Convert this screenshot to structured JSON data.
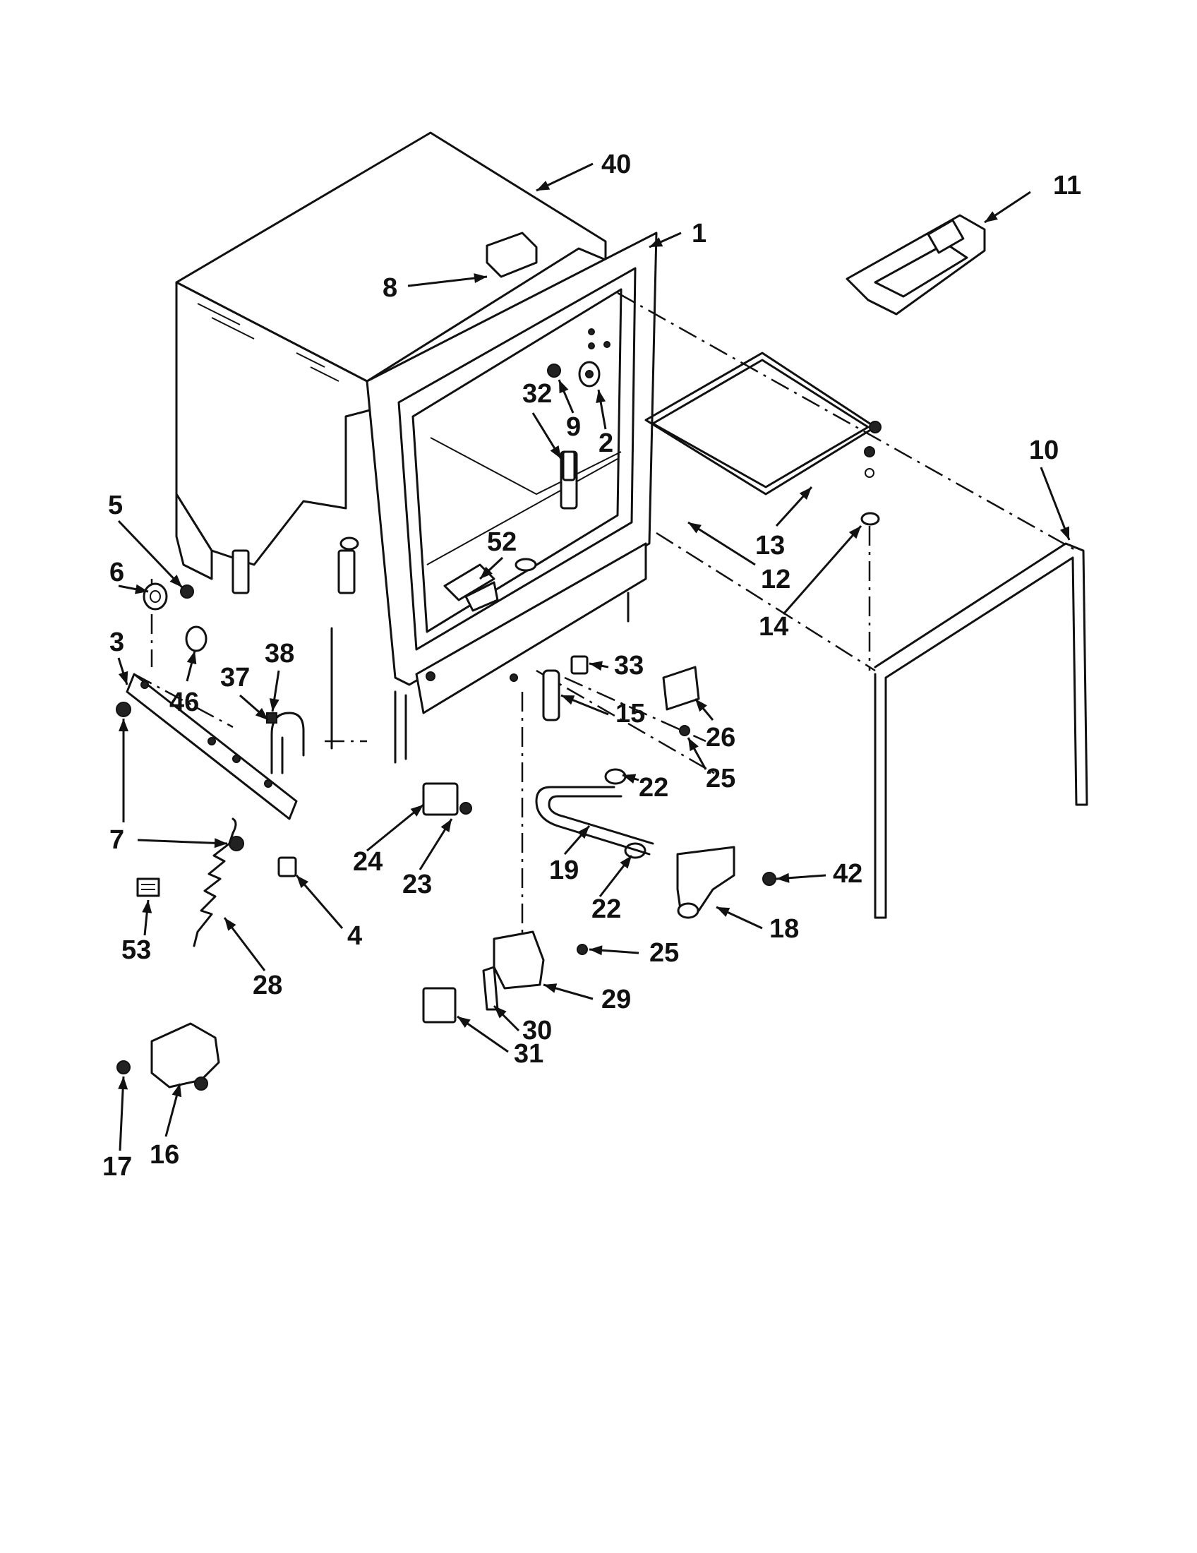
{
  "callouts": [
    {
      "id": "c40",
      "text": "40"
    },
    {
      "id": "c1",
      "text": "1"
    },
    {
      "id": "c11",
      "text": "11"
    },
    {
      "id": "c8",
      "text": "8"
    },
    {
      "id": "c9",
      "text": "9"
    },
    {
      "id": "c2",
      "text": "2"
    },
    {
      "id": "c32",
      "text": "32"
    },
    {
      "id": "c10",
      "text": "10"
    },
    {
      "id": "c5",
      "text": "5"
    },
    {
      "id": "c6",
      "text": "6"
    },
    {
      "id": "c52",
      "text": "52"
    },
    {
      "id": "c13",
      "text": "13"
    },
    {
      "id": "c12",
      "text": "12"
    },
    {
      "id": "c14",
      "text": "14"
    },
    {
      "id": "c3",
      "text": "3"
    },
    {
      "id": "c38",
      "text": "38"
    },
    {
      "id": "c37",
      "text": "37"
    },
    {
      "id": "c46",
      "text": "46"
    },
    {
      "id": "c33",
      "text": "33"
    },
    {
      "id": "c15",
      "text": "15"
    },
    {
      "id": "c26",
      "text": "26"
    },
    {
      "id": "c25a",
      "text": "25"
    },
    {
      "id": "c22a",
      "text": "22"
    },
    {
      "id": "c7",
      "text": "7"
    },
    {
      "id": "c24",
      "text": "24"
    },
    {
      "id": "c23",
      "text": "23"
    },
    {
      "id": "c19",
      "text": "19"
    },
    {
      "id": "c42",
      "text": "42"
    },
    {
      "id": "c22b",
      "text": "22"
    },
    {
      "id": "c18",
      "text": "18"
    },
    {
      "id": "c53",
      "text": "53"
    },
    {
      "id": "c4",
      "text": "4"
    },
    {
      "id": "c28",
      "text": "28"
    },
    {
      "id": "c25b",
      "text": "25"
    },
    {
      "id": "c29",
      "text": "29"
    },
    {
      "id": "c30",
      "text": "30"
    },
    {
      "id": "c31",
      "text": "31"
    },
    {
      "id": "c17",
      "text": "17"
    },
    {
      "id": "c16",
      "text": "16"
    }
  ]
}
